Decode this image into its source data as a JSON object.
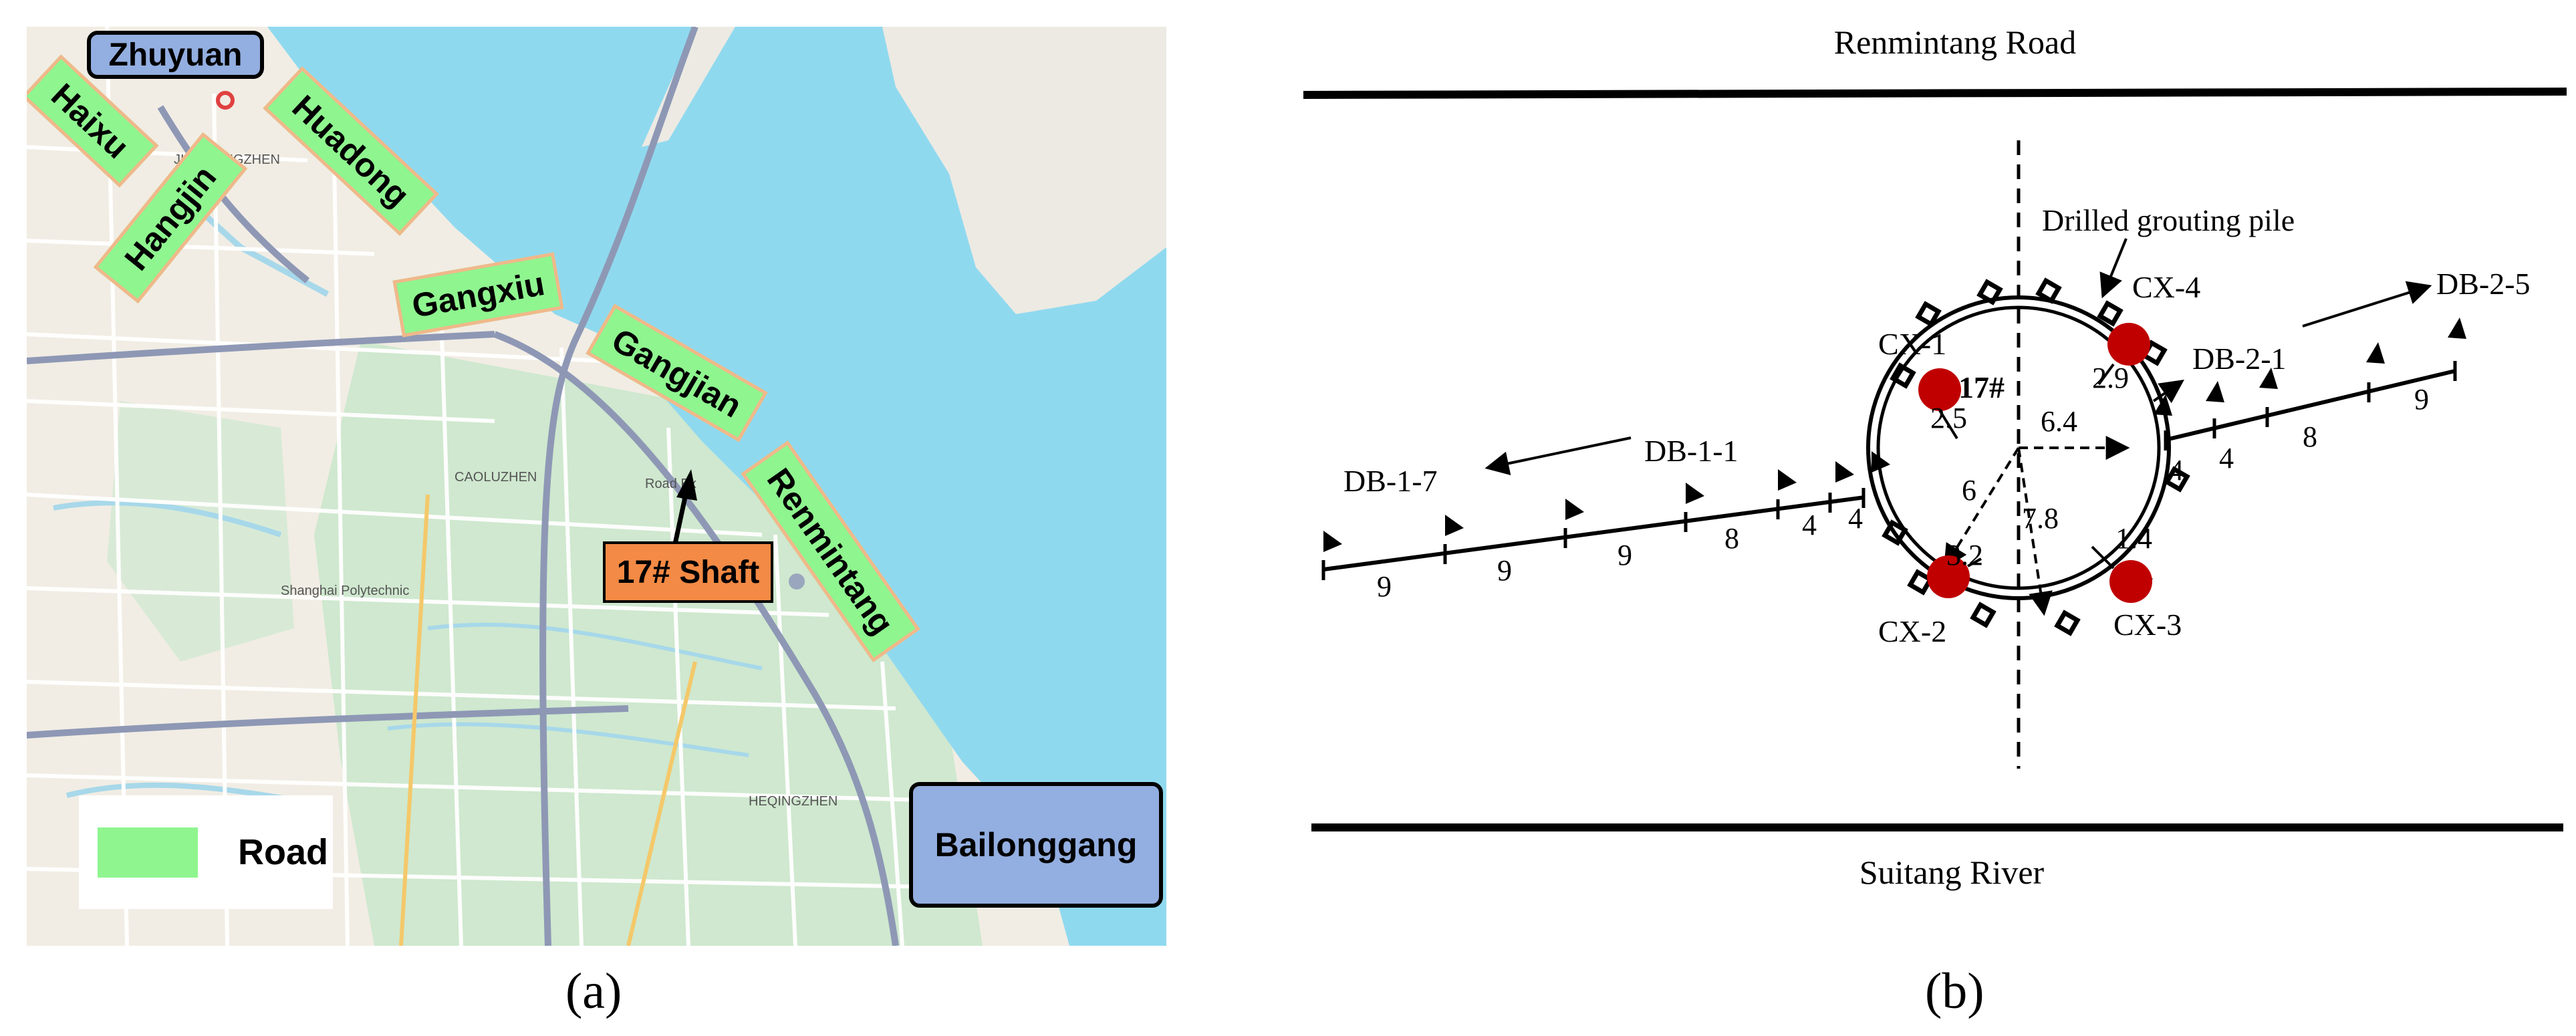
{
  "map": {
    "places": {
      "top_left": "Zhuyuan",
      "bottom_right": "Bailonggang"
    },
    "roads": [
      "Haixu",
      "Hangjin",
      "Huadong",
      "Gangxiu",
      "Gangjian",
      "Renmintang"
    ],
    "shaft_label": "17# Shaft",
    "legend_label": "Road",
    "town_labels": [
      "JIAODONGZHEN",
      "CAOLUZHEN",
      "HEQINGZHEN",
      "Shanghai Polytechnic",
      "Road Ex"
    ],
    "colors": {
      "water": "#8fd9ef",
      "land": "#f1ede4",
      "road_highlight": "#8ff58f",
      "road_border": "#f0b88a",
      "shaft": "#f38a45",
      "place_box": "#93aee0"
    }
  },
  "diagram": {
    "top_label": "Renmintang Road",
    "bottom_label": "Suitang River",
    "shaft_label": "17#",
    "pile_label": "Drilled grouting pile",
    "monitors": [
      "CX-1",
      "CX-2",
      "CX-3",
      "CX-4"
    ],
    "line_left_labels": [
      "DB-1-7",
      "DB-1-1"
    ],
    "line_right_labels": [
      "DB-2-1",
      "DB-2-5"
    ],
    "left_spacings": [
      "9",
      "9",
      "9",
      "8",
      "4",
      "4"
    ],
    "right_spacings": [
      "4",
      "4",
      "8",
      "9"
    ],
    "radii": [
      "6.4",
      "6",
      "7.8"
    ],
    "offsets": [
      "2.5",
      "3.2",
      "1.4",
      "2.9"
    ]
  },
  "captions": {
    "a": "(a)",
    "b": "(b)"
  }
}
